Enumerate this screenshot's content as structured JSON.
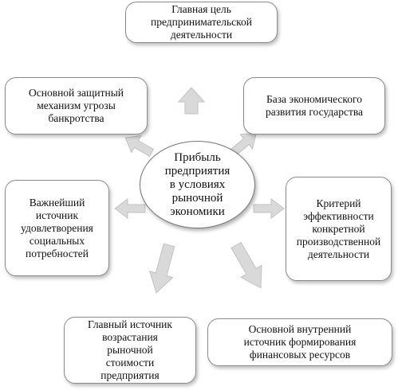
{
  "center": {
    "text": "Прибыль\nпредприятия\nв условиях\nрыночной\nэкономики"
  },
  "boxes": {
    "top": "Главная цель\nпредпринимательской\nдеятельности",
    "upper_left": "Основной защитный\nмеханизм угрозы\nбанкротства",
    "upper_right": "База экономического\nразвития государства",
    "left": "Важнейший\nисточник\nудовлетворения\nсоциальных\nпотребностей",
    "right": "Критерий\nэффективности\nконкретной\nпроизводственной\nдеятельности",
    "bottom_left": "Главный источник\nвозрастания\nрыночной\nстоимости\nпредприятия",
    "bottom_right": "Основной внутренний\nисточник формирования\nфинансовых ресурсов"
  },
  "colors": {
    "arrow_fill": "#d9d9d9",
    "box_border": "#8a8a8a"
  }
}
